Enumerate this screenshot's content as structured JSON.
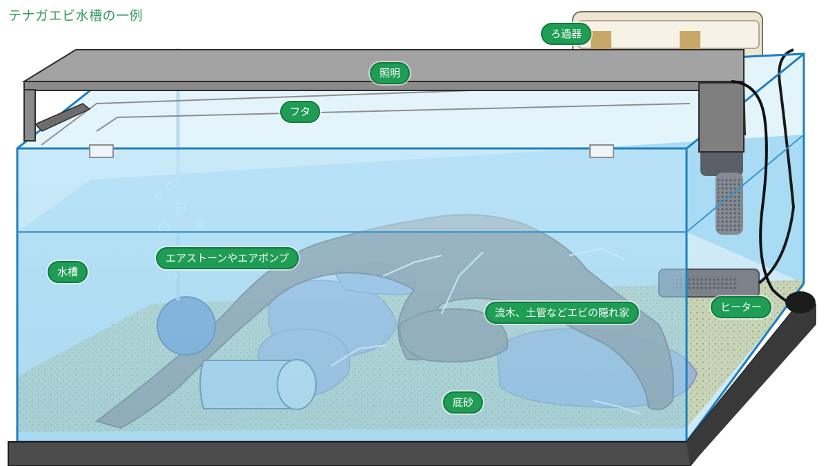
{
  "title": "テナガエビ水槽の一例",
  "labels": {
    "filter": "ろ過器",
    "light": "照明",
    "lid": "フタ",
    "tank": "水槽",
    "air_stone": "エアストーンやエアポンプ",
    "driftwood": "流木、土管などエビの隠れ家",
    "heater": "ヒーター",
    "substrate": "底砂"
  },
  "colors": {
    "label_fill": "#1f9d55",
    "title_text": "#2f9a5e",
    "water": "#8ecff0",
    "glass_edge": "#1e7fc0",
    "light_fixture": "#9a9a9a",
    "base": "#4a4a4a",
    "sand": "#c9d6b8",
    "driftwood": "#8a7c77",
    "rock": "#9fb0d6"
  }
}
